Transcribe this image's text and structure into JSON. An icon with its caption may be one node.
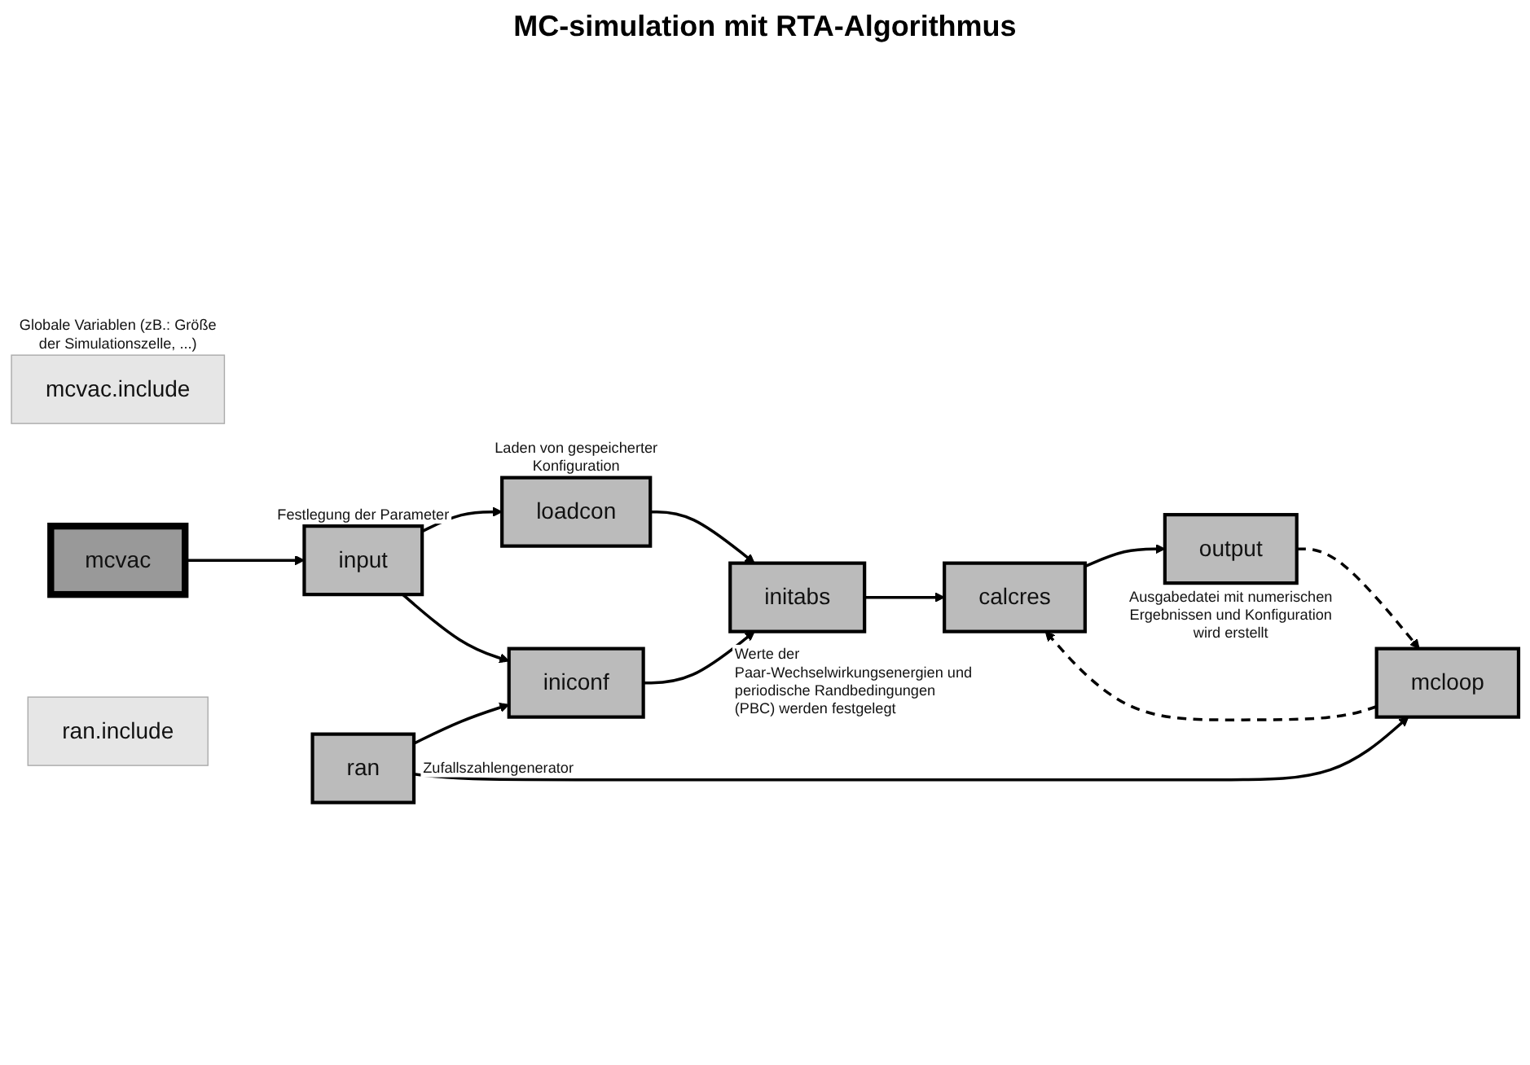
{
  "diagram": {
    "nodes": [
      {
        "text": [
          "mcvac.include"
        ],
        "beside": [
          "Globale Variablen (zB.: Größe der Simulationszelle, ...)"
        ]
      },
      {
        "text": [
          "mcvac"
        ]
      },
      {
        "text": [
          "input"
        ],
        "beside": [
          "Festlegung der Parameter"
        ]
      },
      {
        "text": [
          "loadcon"
        ],
        "beside": [
          "Laden von gespeicherter Konfiguration"
        ]
      },
      {
        "text": [
          "iniconf"
        ]
      },
      {
        "text": [
          "ran"
        ],
        "beside": [
          "Zufallszahlengenerator"
        ]
      },
      {
        "text": [
          "mcloop"
        ]
      },
      {
        "text": [
          "ran.include"
        ]
      },
      {
        "text": [
          "output"
        ],
        "beside": [
          "Ausgabedatei mit numerischen Ergebnissen und Konfiguration wird erstellt"
        ]
      },
      {
        "text": [
          "calcres"
        ]
      },
      {
        "text": [
          "initabs"
        ],
        "beside": [
          "Werte der Paar-Wechselwirkungsenergien und periodische Randbedingungen (PBC) werden festgelegt"
        ]
      }
    ],
    "edges": [
      {
        "from": 1,
        "to": 2,
        "arrow": "to"
      },
      {
        "from": 2,
        "to": 3,
        "arrow": "to"
      },
      {
        "from": 2,
        "to": 4,
        "arrow": "to"
      },
      {
        "from": 5,
        "to": 4,
        "arrow": "to"
      },
      {
        "from": 5,
        "to": 6,
        "arrow": "to"
      },
      {
        "from": 3,
        "to": 10,
        "arrow": "to"
      },
      {
        "from": 4,
        "to": 10,
        "arrow": "to"
      },
      {
        "from": 10,
        "to": 9,
        "arrow": "to"
      },
      {
        "from": 9,
        "to": 8,
        "arrow": "to"
      },
      {
        "from": 6,
        "to": 9,
        "arrow": "to",
        "style": "dashed"
      },
      {
        "from": 8,
        "to": 6,
        "arrow": "to",
        "style": "dashed"
      }
    ],
    "labels": [
      "MC-simulation mit RTA-Algorithmus"
    ]
  }
}
